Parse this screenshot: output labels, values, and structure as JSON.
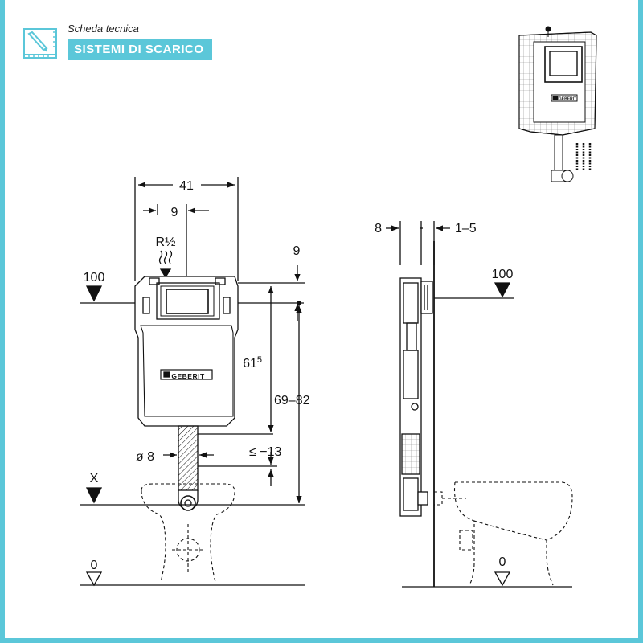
{
  "header": {
    "subtitle": "Scheda tecnica",
    "title": "SISTEMI DI SCARICO",
    "icon": "ruler-pencil-icon"
  },
  "colors": {
    "accent": "#5bc7d9",
    "line": "#111111"
  },
  "front_view": {
    "width_total": "41",
    "offset_inlet": "9",
    "inlet_label": "R½",
    "top_offset": "9",
    "level_left": "100",
    "height_flush": "61",
    "height_flush_sup": "5",
    "height_range": "69–82",
    "pipe_diameter": "ø 8",
    "pipe_offset": "≤ −13",
    "level_x": "X",
    "floor_level": "0",
    "brand": "GEBERIT"
  },
  "side_view": {
    "depth": "8",
    "gap": "1–5",
    "level": "100",
    "floor_level": "0"
  }
}
